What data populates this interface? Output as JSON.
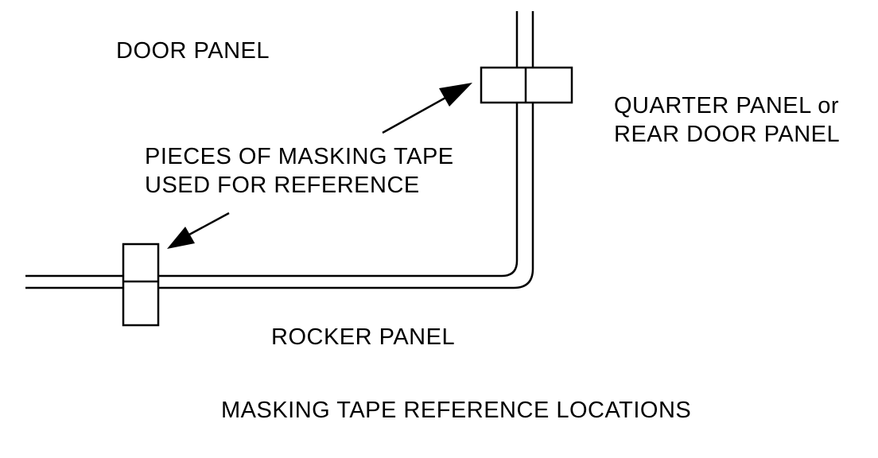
{
  "labels": {
    "door_panel": "DOOR PANEL",
    "quarter_line1": "QUARTER PANEL or",
    "quarter_line2": "REAR DOOR PANEL",
    "tape_line1": "PIECES OF MASKING TAPE",
    "tape_line2": "USED FOR REFERENCE",
    "rocker_panel": "ROCKER PANEL",
    "caption": "MASKING TAPE REFERENCE LOCATIONS"
  },
  "colors": {
    "ink": "#000000",
    "background": "#ffffff"
  }
}
